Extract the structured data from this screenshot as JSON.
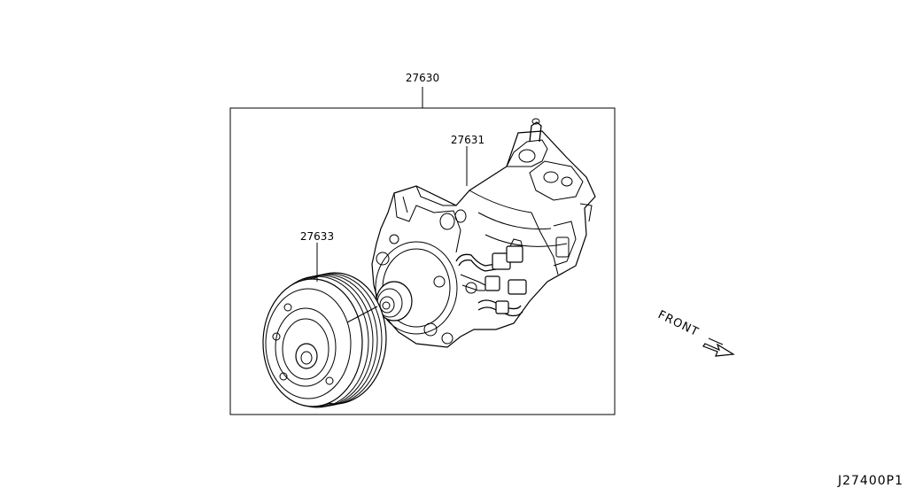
{
  "diagram": {
    "parts": {
      "assembly": {
        "number": "27630"
      },
      "compressor": {
        "number": "27631"
      },
      "clutch_pulley": {
        "number": "27633"
      }
    },
    "direction_label": "FRONT",
    "reference_code": "J27400P1"
  }
}
